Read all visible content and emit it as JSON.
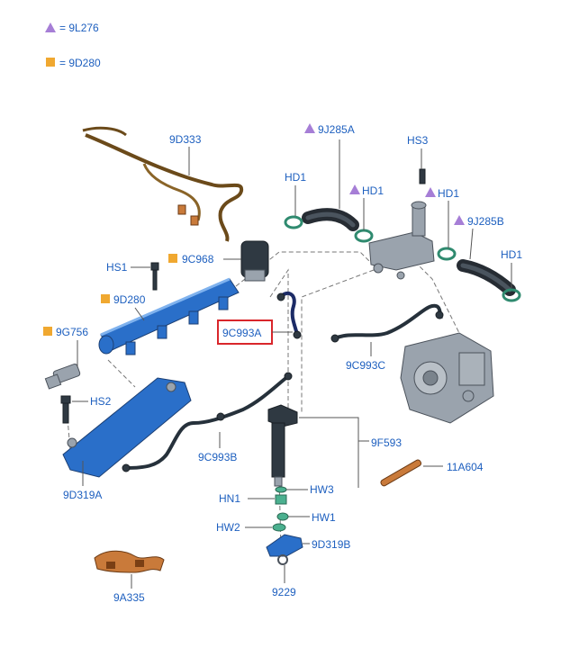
{
  "legend": [
    {
      "symbol": "triangle",
      "color": "#a67ed6",
      "label": "= 9L276"
    },
    {
      "symbol": "square",
      "color": "#f0a830",
      "label": "= 9D280"
    }
  ],
  "labels": {
    "l9D333": "9D333",
    "l9J285A": "9J285A",
    "lHS3": "HS3",
    "lHD1a": "HD1",
    "lHD1b": "HD1",
    "lHD1c": "HD1",
    "lHD1d": "HD1",
    "l9J285B": "9J285B",
    "lHS1": "HS1",
    "l9C968": "9C968",
    "l9D280": "9D280",
    "l9C993A": "9C993A",
    "l9G756": "9G756",
    "l9C993C": "9C993C",
    "lHS2": "HS2",
    "l9F593": "9F593",
    "l9C993B": "9C993B",
    "l9D319A": "9D319A",
    "l11A604": "11A604",
    "lHW3": "HW3",
    "lHN1": "HN1",
    "lHW1": "HW1",
    "lHW2": "HW2",
    "l9D319B": "9D319B",
    "l9229": "9229",
    "l9A335": "9A335"
  },
  "highlight": {
    "label": "9C993A",
    "color": "#d9262b"
  },
  "colors": {
    "label_blue": "#1d5fbf",
    "triangle": "#a67ed6",
    "square": "#f0a830"
  }
}
